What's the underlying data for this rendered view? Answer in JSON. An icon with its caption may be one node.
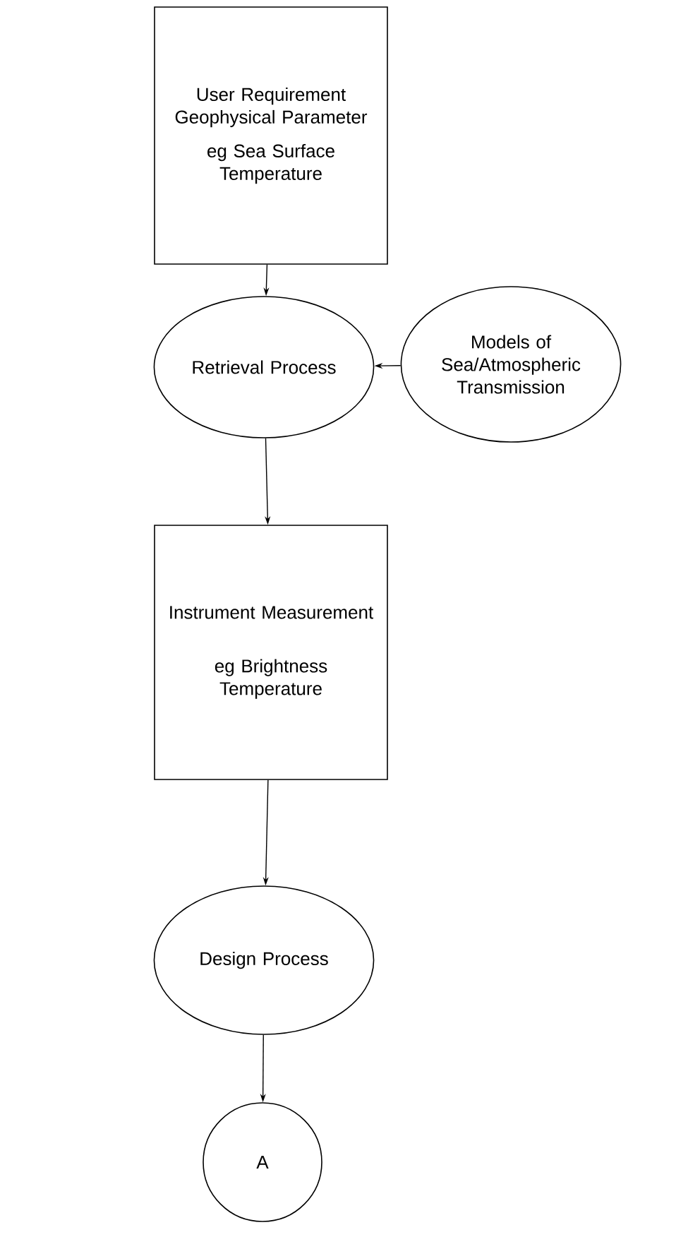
{
  "diagram": {
    "nodes": [
      {
        "text": [
          "User Requirement Geophysical Parameter",
          "eg Sea Surface Temperature"
        ]
      },
      {
        "text": [
          "Retrieval Process"
        ]
      },
      {
        "text": [
          "Models of Sea/Atmospheric Transmission"
        ]
      },
      {
        "text": [
          "Instrument Measurement",
          "eg Brightness Temperature"
        ]
      },
      {
        "text": [
          "Design Process"
        ]
      },
      {
        "text": [
          "A"
        ]
      }
    ],
    "edges": [
      {
        "from": 0,
        "to": 1,
        "arrow": "to"
      },
      {
        "from": 2,
        "to": 1,
        "arrow": "to"
      },
      {
        "from": 1,
        "to": 3,
        "arrow": "to"
      },
      {
        "from": 3,
        "to": 4,
        "arrow": "to"
      },
      {
        "from": 4,
        "to": 5,
        "arrow": "to"
      }
    ]
  }
}
